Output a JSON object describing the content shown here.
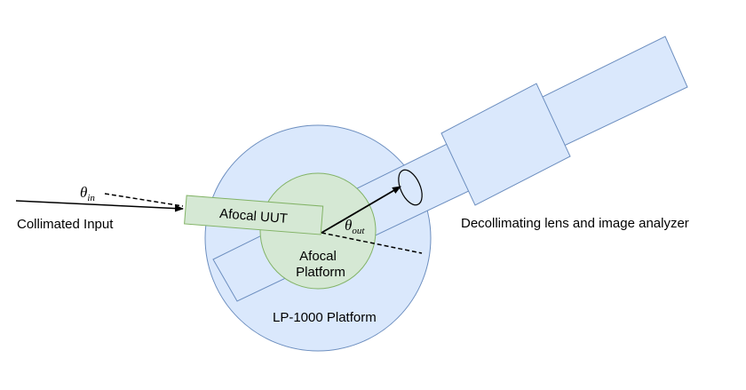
{
  "labels": {
    "collimated_input": "Collimated Input",
    "afocal_uut": "Afocal UUT",
    "afocal_platform_line1": "Afocal",
    "afocal_platform_line2": "Platform",
    "lp_platform": "LP-1000 Platform",
    "decollimating": "Decollimating lens and image analyzer"
  },
  "angles": {
    "theta_symbol": "θ",
    "in_sub": "in",
    "out_sub": "out"
  },
  "colors": {
    "platform_fill": "#dae8fc",
    "platform_stroke": "#6c8ebf",
    "uut_fill": "#d5e8d4",
    "uut_stroke": "#82b366",
    "line": "#000000"
  }
}
